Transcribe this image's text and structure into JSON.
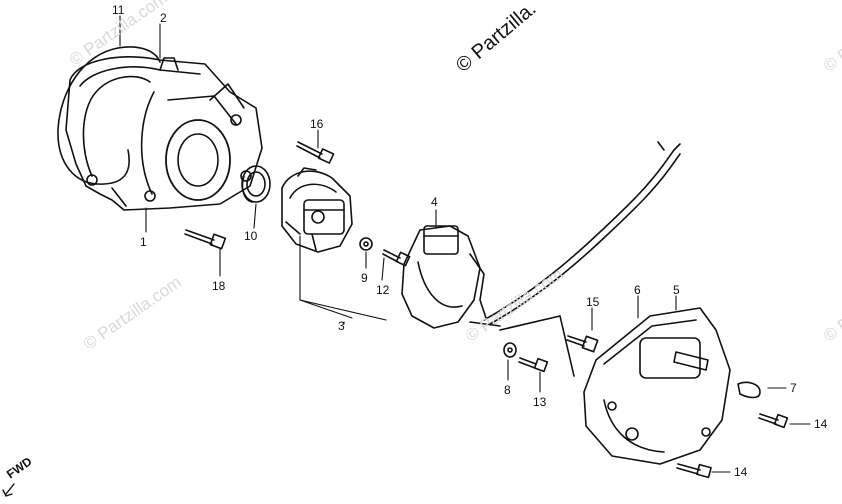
{
  "watermark": {
    "main": "© Partzilla.",
    "faint": "© Partzilla.com",
    "faint_color": "#d9d9d9"
  },
  "callouts": [
    "11",
    "2",
    "16",
    "4",
    "1",
    "10",
    "18",
    "9",
    "12",
    "3",
    "15",
    "6",
    "5",
    "7",
    "8",
    "13",
    "14",
    "14"
  ],
  "fwd_label": "FWD"
}
